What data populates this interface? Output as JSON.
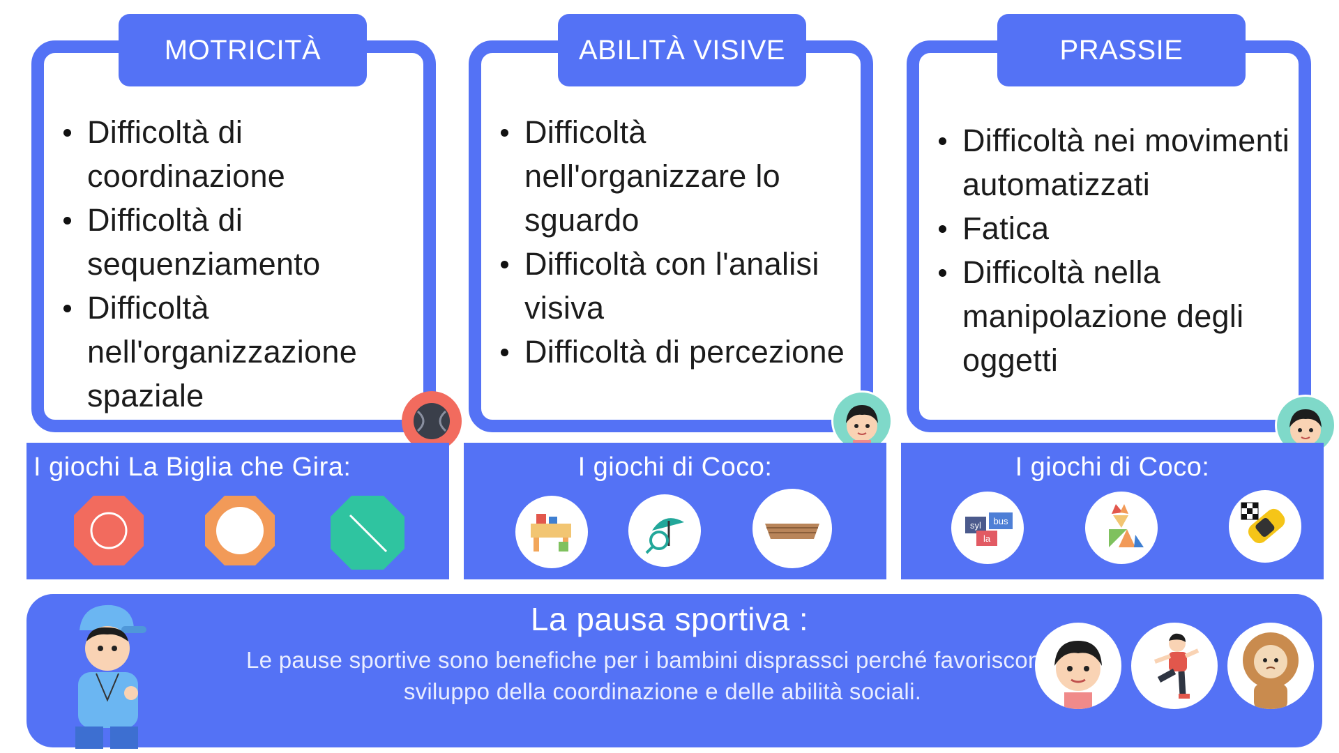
{
  "columns": [
    {
      "tab": "MOTRICITÀ",
      "items": [
        "Difficoltà di coordinazione",
        "Difficoltà di sequenziamento",
        "Difficoltà nell'organizzazione spaziale"
      ],
      "games_title": "I giochi La Biglia che Gira:",
      "game_icons": [
        "red-octagon-circle-icon",
        "orange-octagon-circle-icon",
        "green-octagon-line-icon"
      ]
    },
    {
      "tab": "ABILITÀ VISIVE",
      "items": [
        "Difficoltà nell'organizzare lo sguardo",
        "Difficoltà con l'analisi visiva",
        "Difficoltà di percezione"
      ],
      "games_title": "I giochi di Coco:",
      "game_icons": [
        "toy-blocks-icon",
        "umbrella-magnifier-icon",
        "wooden-ark-icon"
      ]
    },
    {
      "tab": "PRASSIE",
      "items": [
        "Difficoltà nei movimenti automatizzati",
        "Fatica",
        "Difficoltà nella manipolazione degli oggetti"
      ],
      "games_title": "I giochi di Coco:",
      "game_icons": [
        "syllables-icon",
        "tangram-cat-icon",
        "race-car-icon"
      ],
      "syllables": [
        "syl",
        "bus",
        "la"
      ]
    }
  ],
  "sport": {
    "title": "La pausa sportiva :",
    "text": "Le pause sportive sono benefiche per i bambini disprassci perché favoriscono lo sviluppo della coordinazione e delle abilità sociali.",
    "kid_icons": [
      "boy-face-icon",
      "boy-kicking-icon",
      "lion-costume-kid-icon"
    ]
  },
  "colors": {
    "accent": "#5472F5",
    "white": "#FFFFFF",
    "red": "#F26B5E",
    "orange": "#F29A58",
    "green": "#2FC4A0"
  }
}
